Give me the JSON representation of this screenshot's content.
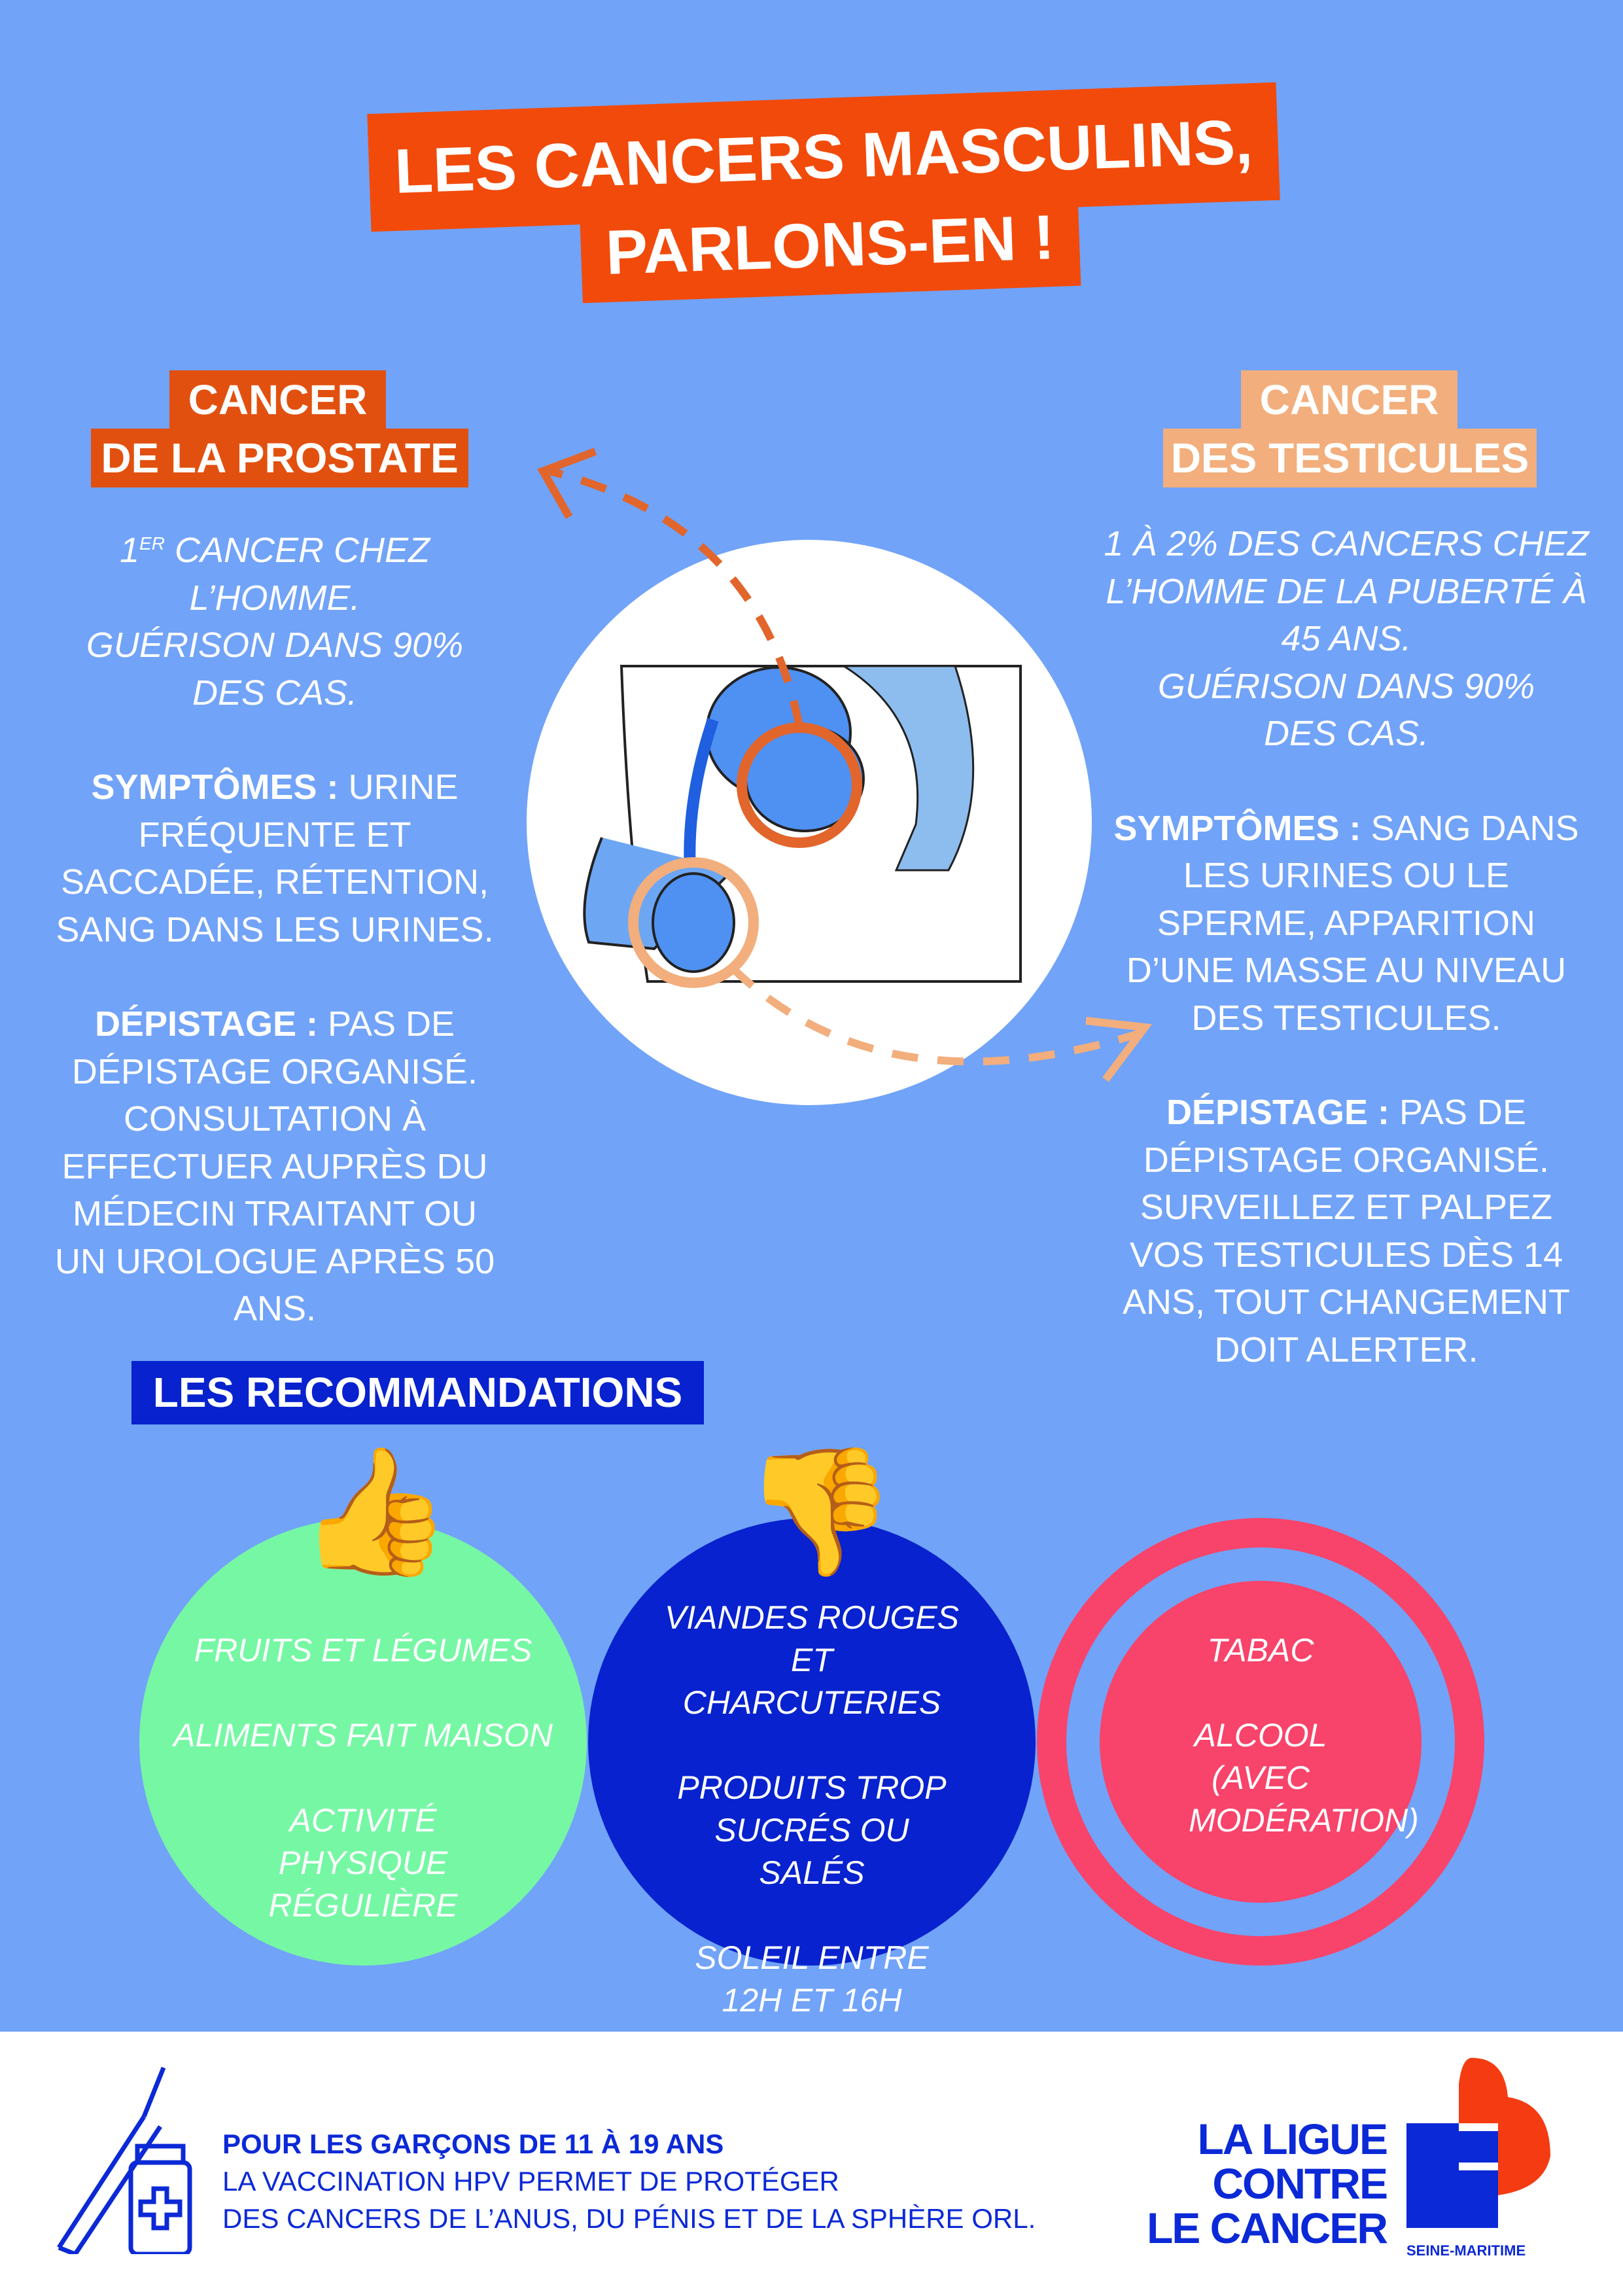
{
  "title": {
    "line1": "LES CANCERS MASCULINS,",
    "line2": "PARLONS-EN !"
  },
  "prostate": {
    "label1": "CANCER",
    "label2": "DE LA PROSTATE",
    "rank_num": "1",
    "rank_sup": "ER",
    "intro": [
      "CANCER CHEZ",
      "L’HOMME.",
      "GUÉRISON DANS 90%",
      "DES CAS."
    ],
    "symptoms_label": "SYMPTÔMES :",
    "symptoms": "URINE FRÉQUENTE ET SACCADÉE, RÉTENTION, SANG DANS LES URINES.",
    "screening_label": "DÉPISTAGE :",
    "screening": "PAS DE DÉPISTAGE ORGANISÉ. CONSULTATION À EFFECTUER AUPRÈS DU MÉDECIN TRAITANT OU UN UROLOGUE APRÈS 50 ANS."
  },
  "testicules": {
    "label1": "CANCER",
    "label2": "DES TESTICULES",
    "intro": [
      "1 À 2% DES CANCERS CHEZ",
      "L’HOMME DE LA PUBERTÉ À",
      "45 ANS.",
      "GUÉRISON DANS 90%",
      "DES CAS."
    ],
    "symptoms_label": "SYMPTÔMES :",
    "symptoms": "SANG DANS LES URINES OU LE SPERME, APPARITION D’UNE MASSE AU NIVEAU DES TESTICULES.",
    "screening_label": "DÉPISTAGE :",
    "screening": "PAS DE DÉPISTAGE ORGANISÉ. SURVEILLEZ ET PALPEZ VOS TESTICULES DÈS 14 ANS, TOUT CHANGEMENT DOIT ALERTER."
  },
  "recommendations": {
    "title": "LES RECOMMANDATIONS",
    "good": [
      "FRUITS ET LÉGUMES",
      "ALIMENTS FAIT MAISON",
      "ACTIVITÉ PHYSIQUE RÉGULIÈRE"
    ],
    "limit": [
      "VIANDES ROUGES ET CHARCUTERIES",
      "PRODUITS TROP SUCRÉS OU SALÉS",
      "SOLEIL ENTRE 12H ET 16H"
    ],
    "avoid": [
      "TABAC",
      "ALCOOL (AVEC MODÉRATION)"
    ]
  },
  "footer": {
    "heading": "POUR LES GARÇONS DE 11 À 19 ANS",
    "line1": "LA VACCINATION HPV PERMET DE PROTÉGER",
    "line2": "DES CANCERS DE L’ANUS, DU PÉNIS ET DE LA SPHÈRE ORL.",
    "logo": [
      "LA LIGUE",
      "CONTRE",
      "LE CANCER"
    ],
    "logo_sub": "SEINE-MARITIME"
  },
  "colors": {
    "bg": "#71A3F8",
    "orange": "#E2500F",
    "peach": "#F2AE7C",
    "navy": "#0722CE",
    "green": "#76F7A4",
    "pink": "#F8436A"
  }
}
